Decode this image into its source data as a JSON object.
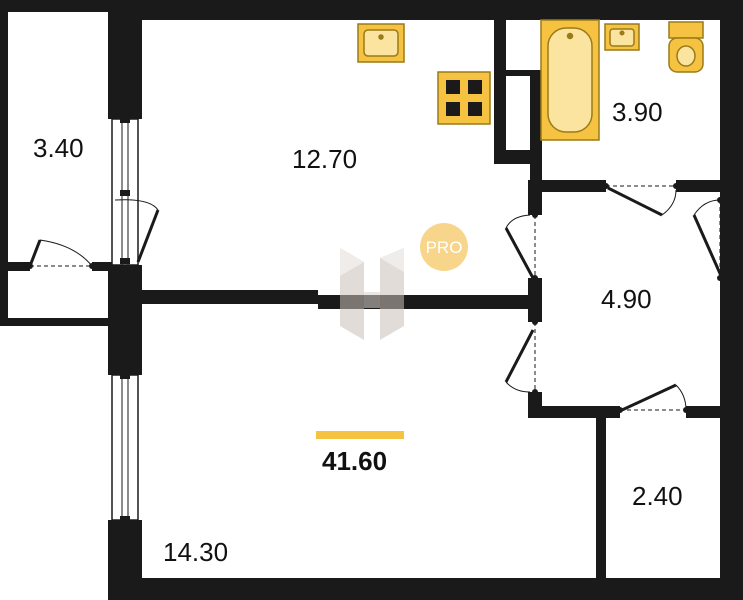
{
  "rooms": {
    "balcony": "3.40",
    "kitchen": "12.70",
    "bathroom": "3.90",
    "hallway": "4.90",
    "storage": "2.40",
    "living": "14.30"
  },
  "total_area": "41.60",
  "badge": "PRO",
  "colors": {
    "wall": "#1a1a1a",
    "fixture": "#f5c242",
    "fixture_stroke": "#9a7b17",
    "accent_bar": "#f5c242",
    "badge": "#f7d58a",
    "watermark": "#d8d2cd"
  }
}
